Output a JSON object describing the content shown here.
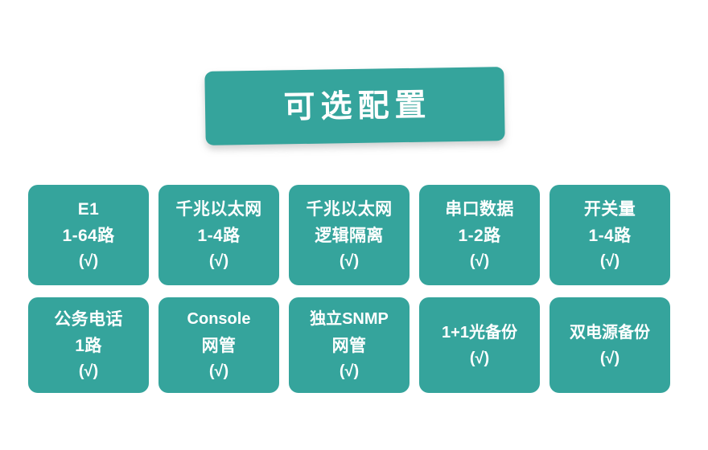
{
  "banner": {
    "title": "可选配置",
    "color": "#35a49c",
    "text_color": "#ffffff"
  },
  "theme": {
    "background": "#ffffff",
    "card_color": "#35a49c",
    "card_text_color": "#ffffff"
  },
  "check_mark": "(√)",
  "grid": {
    "rows": [
      {
        "cards": [
          {
            "lines": [
              "E1",
              "1-64路"
            ],
            "check": "(√)"
          },
          {
            "lines": [
              "千兆以太网",
              "1-4路"
            ],
            "check": "(√)"
          },
          {
            "lines": [
              "千兆以太网",
              "逻辑隔离"
            ],
            "check": "(√)"
          },
          {
            "lines": [
              "串口数据",
              "1-2路"
            ],
            "check": "(√)"
          },
          {
            "lines": [
              "开关量",
              "1-4路"
            ],
            "check": "(√)"
          }
        ]
      },
      {
        "cards": [
          {
            "lines": [
              "公务电话",
              "1路"
            ],
            "check": "(√)"
          },
          {
            "lines": [
              "Console",
              "网管"
            ],
            "check": "(√)"
          },
          {
            "lines": [
              "独立SNMP",
              "网管"
            ],
            "check": "(√)"
          },
          {
            "lines": [
              "1+1光备份"
            ],
            "check": "(√)"
          },
          {
            "lines": [
              "双电源备份"
            ],
            "check": "(√)"
          }
        ]
      }
    ]
  }
}
